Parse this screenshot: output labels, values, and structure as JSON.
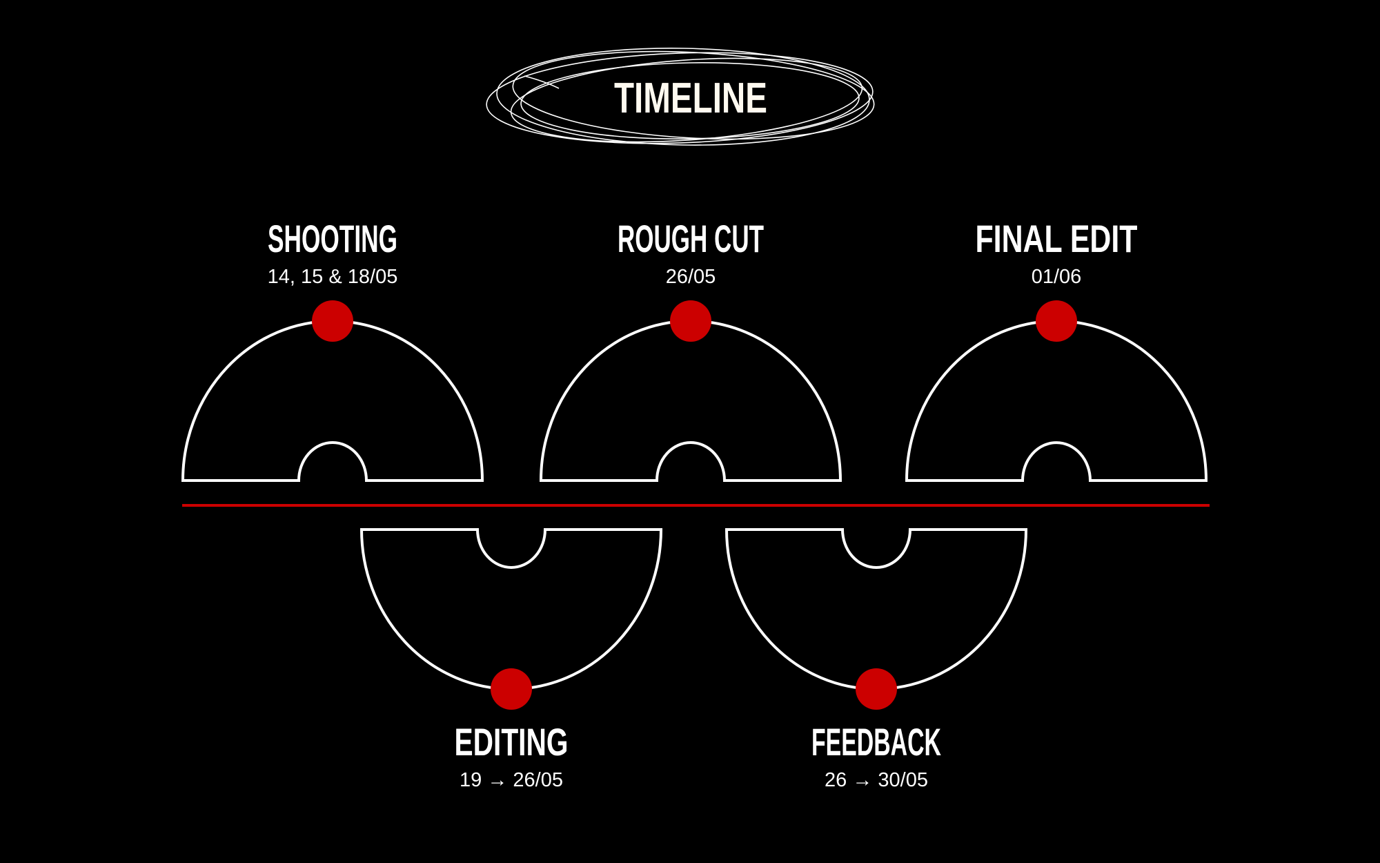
{
  "title": "TIMELINE",
  "colors": {
    "background": "#000000",
    "accent": "#cc0000",
    "outline": "#ffffff"
  },
  "milestones": [
    {
      "label": "SHOOTING",
      "date": "14, 15 & 18/05",
      "position": "above"
    },
    {
      "label": "EDITING",
      "date": "19 → 26/05",
      "position": "below"
    },
    {
      "label": "ROUGH CUT",
      "date": "26/05",
      "position": "above"
    },
    {
      "label": "FEEDBACK",
      "date": "26 → 30/05",
      "position": "below"
    },
    {
      "label": "FINAL EDIT",
      "date": "01/06",
      "position": "above"
    }
  ]
}
